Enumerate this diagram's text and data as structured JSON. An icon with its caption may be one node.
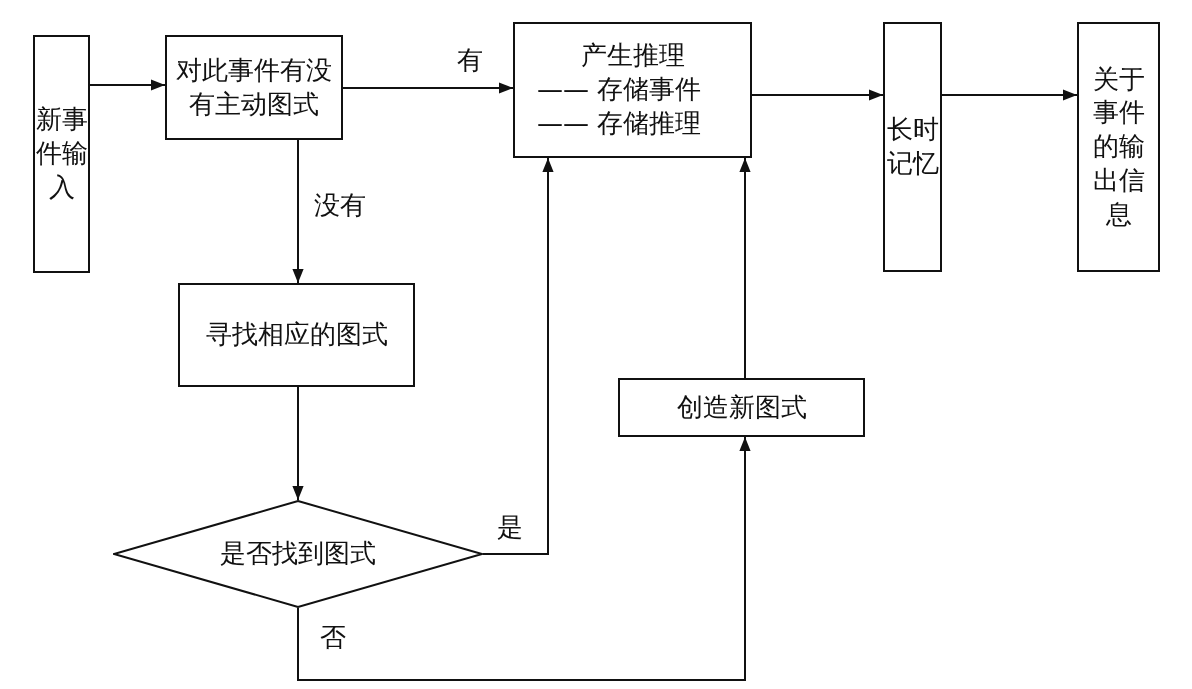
{
  "diagram": {
    "nodes": [
      {
        "text": [
          "新事件输入"
        ]
      },
      {
        "text": [
          "对此事件有没有主动图式"
        ]
      },
      {
        "text": [
          "产生推理",
          "—— 存储事件",
          "—— 存储推理"
        ]
      },
      {
        "text": [
          "长时记忆"
        ]
      },
      {
        "text": [
          "关于事件的输出信息"
        ]
      },
      {
        "text": [
          "寻找相应的图式"
        ]
      },
      {
        "text": [
          "创造新图式"
        ]
      },
      {
        "text": [
          "是否找到图式"
        ]
      }
    ],
    "edges": [
      {
        "from": 0,
        "to": 1,
        "arrow": "to"
      },
      {
        "from": 1,
        "to": 2,
        "arrow": "to",
        "label": "有"
      },
      {
        "from": 2,
        "to": 3,
        "arrow": "to"
      },
      {
        "from": 3,
        "to": 4,
        "arrow": "to"
      },
      {
        "from": 1,
        "to": 5,
        "arrow": "to",
        "label": "没有"
      },
      {
        "from": 5,
        "to": 7,
        "arrow": "to"
      },
      {
        "from": 7,
        "to": 2,
        "arrow": "to",
        "label": "是"
      },
      {
        "from": 7,
        "to": 6,
        "arrow": "to",
        "label": "否"
      },
      {
        "from": 6,
        "to": 2,
        "arrow": "to"
      }
    ]
  }
}
